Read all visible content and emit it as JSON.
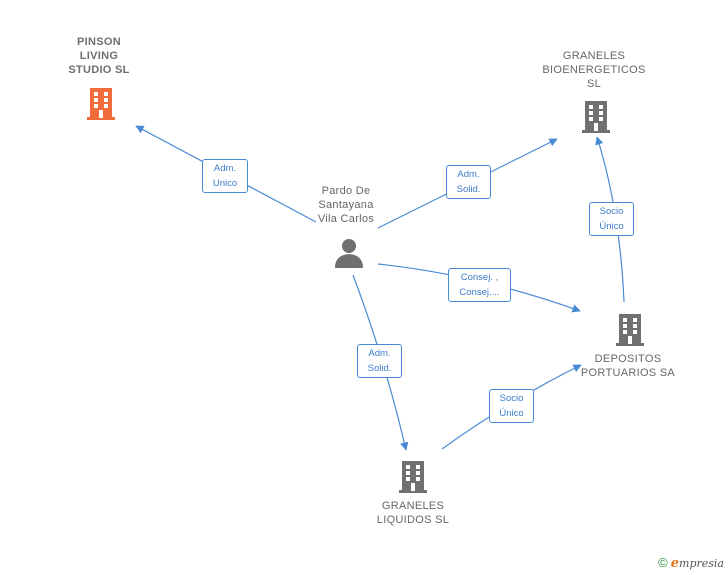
{
  "colors": {
    "edge": "#4a8ad4",
    "building": "#707070",
    "building_highlight": "#f26b3a",
    "person": "#707070"
  },
  "nodes": {
    "pinson": {
      "label": "PINSON\nLIVING\nSTUDIO  SL",
      "icon": "building-icon"
    },
    "graneles_bio": {
      "label": "GRANELES\nBIOENERGETICOS\nSL",
      "icon": "building-icon"
    },
    "person": {
      "label": "Pardo De\nSantayana\nVila Carlos",
      "icon": "person-icon"
    },
    "depositos": {
      "label": "DEPOSITOS\nPORTUARIOS SA",
      "icon": "building-icon"
    },
    "graneles_liq": {
      "label": "GRANELES\nLIQUIDOS  SL",
      "icon": "building-icon"
    }
  },
  "edges": {
    "adm_unico": "Adm.\nUnico",
    "adm_solid_1": "Adm.\nSolid.",
    "socio_unico_1": "Socio\nÚnico",
    "consej": "Consej. ,\nConsej....",
    "adm_solid_2": "Adm.\nSolid.",
    "socio_unico_2": "Socio\nÚnico"
  },
  "footer": {
    "copyright": "©",
    "brand_first": "e",
    "brand_rest": "mpresia"
  }
}
